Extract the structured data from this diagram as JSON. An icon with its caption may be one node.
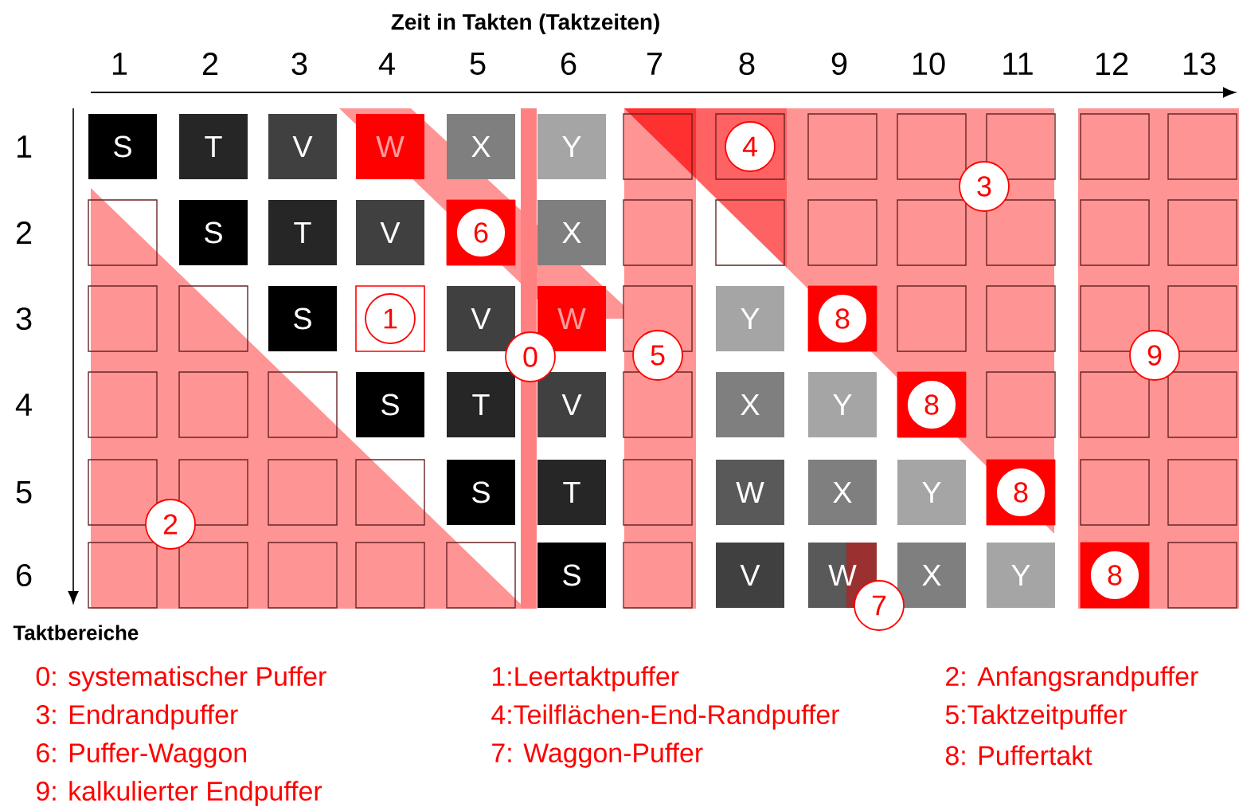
{
  "diagram": {
    "nodes": [
      {
        "text": [
          "S"
        ]
      },
      {
        "text": [
          "T"
        ]
      },
      {
        "text": [
          "V"
        ]
      },
      {
        "text": [
          "W"
        ]
      },
      {
        "text": [
          "X"
        ]
      },
      {
        "text": [
          "Y"
        ]
      },
      {
        "text": [],
        "shape": "box"
      },
      {
        "text": [],
        "shape": "box"
      },
      {
        "text": [
          "4"
        ],
        "in": 7
      },
      {
        "text": [],
        "shape": "box"
      },
      {
        "text": [],
        "shape": "box"
      },
      {
        "text": [],
        "shape": "box"
      },
      {
        "text": [],
        "shape": "box"
      },
      {
        "text": [],
        "shape": "box"
      },
      {
        "text": [],
        "shape": "box"
      },
      {
        "text": [
          "S"
        ]
      },
      {
        "text": [
          "T"
        ]
      },
      {
        "text": [
          "V"
        ]
      },
      {
        "text": [],
        "shape": "box"
      },
      {
        "text": [
          "6"
        ],
        "in": 18
      },
      {
        "text": [
          "X"
        ]
      },
      {
        "text": [],
        "shape": "box"
      },
      {
        "text": [],
        "shape": "box"
      },
      {
        "text": [],
        "shape": "box"
      },
      {
        "text": [],
        "shape": "box"
      },
      {
        "text": [],
        "shape": "box"
      },
      {
        "text": [],
        "shape": "box"
      },
      {
        "text": [],
        "shape": "box"
      },
      {
        "text": [],
        "shape": "box"
      },
      {
        "text": [],
        "shape": "box"
      },
      {
        "text": [
          "S"
        ]
      },
      {
        "text": [],
        "shape": "box"
      },
      {
        "text": [
          "1"
        ],
        "in": 31
      },
      {
        "text": [
          "V"
        ]
      },
      {
        "text": [
          "W"
        ]
      },
      {
        "text": [],
        "shape": "box"
      },
      {
        "text": [
          "Y"
        ]
      },
      {
        "text": [],
        "shape": "box"
      },
      {
        "text": [
          "8"
        ],
        "in": 37
      },
      {
        "text": [],
        "shape": "box"
      },
      {
        "text": [],
        "shape": "box"
      },
      {
        "text": [],
        "shape": "box"
      },
      {
        "text": [],
        "shape": "box"
      },
      {
        "text": [],
        "shape": "box"
      },
      {
        "text": [],
        "shape": "box"
      },
      {
        "text": [],
        "shape": "box"
      },
      {
        "text": [
          "S"
        ]
      },
      {
        "text": [
          "T"
        ]
      },
      {
        "text": [
          "V"
        ]
      },
      {
        "text": [],
        "shape": "box"
      },
      {
        "text": [
          "X"
        ]
      },
      {
        "text": [
          "Y"
        ]
      },
      {
        "text": [],
        "shape": "box"
      },
      {
        "text": [
          "8"
        ],
        "in": 52
      },
      {
        "text": [],
        "shape": "box"
      },
      {
        "text": [],
        "shape": "box"
      },
      {
        "text": [],
        "shape": "box"
      },
      {
        "text": [],
        "shape": "box"
      },
      {
        "text": [],
        "shape": "box"
      },
      {
        "text": [],
        "shape": "box"
      },
      {
        "text": [],
        "shape": "box"
      },
      {
        "text": [
          "S"
        ]
      },
      {
        "text": [
          "T"
        ]
      },
      {
        "text": [],
        "shape": "box"
      },
      {
        "text": [
          "W"
        ]
      },
      {
        "text": [
          "X"
        ]
      },
      {
        "text": [
          "Y"
        ]
      },
      {
        "text": [],
        "shape": "box"
      },
      {
        "text": [
          "8"
        ],
        "in": 67
      },
      {
        "text": [],
        "shape": "box"
      },
      {
        "text": [],
        "shape": "box"
      },
      {
        "text": [],
        "shape": "box"
      },
      {
        "text": [],
        "shape": "box"
      },
      {
        "text": [],
        "shape": "box"
      },
      {
        "text": [],
        "shape": "box"
      },
      {
        "text": [],
        "shape": "box"
      },
      {
        "text": [
          "S"
        ]
      },
      {
        "text": [],
        "shape": "box"
      },
      {
        "text": [
          "V"
        ]
      },
      {
        "text": [
          "W"
        ]
      },
      {
        "text": [
          "X"
        ]
      },
      {
        "text": [
          "Y"
        ]
      },
      {
        "text": [],
        "shape": "box"
      },
      {
        "text": [
          "8"
        ],
        "in": 82
      },
      {
        "text": [],
        "shape": "box"
      },
      {
        "text": [
          "3"
        ]
      },
      {
        "text": [
          "0"
        ]
      },
      {
        "text": [
          "5"
        ]
      },
      {
        "text": [
          "9"
        ]
      },
      {
        "text": [
          "2"
        ]
      },
      {
        "text": [
          "7"
        ]
      }
    ],
    "labels": [
      "Zeit in Takten (Taktzeiten)",
      "1",
      "2",
      "3",
      "4",
      "5",
      "6",
      "7",
      "8",
      "9",
      "10",
      "11",
      "12",
      "13",
      "1",
      "2",
      "3",
      "4",
      "5",
      "6",
      "Taktbereiche",
      "0: systematischer Puffer",
      "1:Leertaktpuffer",
      "2: Anfangsrandpuffer",
      "3: Endrandpuffer",
      "4:Teilflächen-End-Randpuffer",
      "5:Taktzeitpuffer",
      "6: Puffer-Waggon",
      "7: Waggon-Puffer",
      "8: Puffertakt",
      "9: kalkulierter Endpuffer"
    ]
  }
}
